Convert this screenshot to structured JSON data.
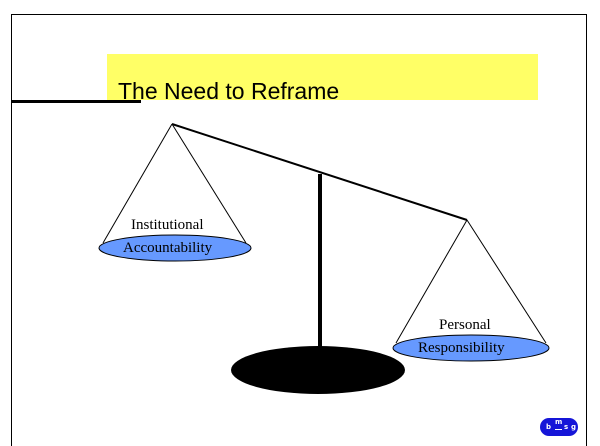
{
  "slide": {
    "title": "The Need to Reframe"
  },
  "scale": {
    "left_pan": {
      "top_label": "Institutional",
      "pan_label": "Accountability"
    },
    "right_pan": {
      "top_label": "Personal",
      "pan_label": "Responsibility"
    }
  },
  "logo": {
    "letters": [
      "b",
      "m",
      "s",
      "g"
    ]
  },
  "colors": {
    "title_highlight": "#ffff66",
    "pan_fill": "#6699ff",
    "logo_bg": "#1515d8",
    "base_fill": "#000000"
  }
}
